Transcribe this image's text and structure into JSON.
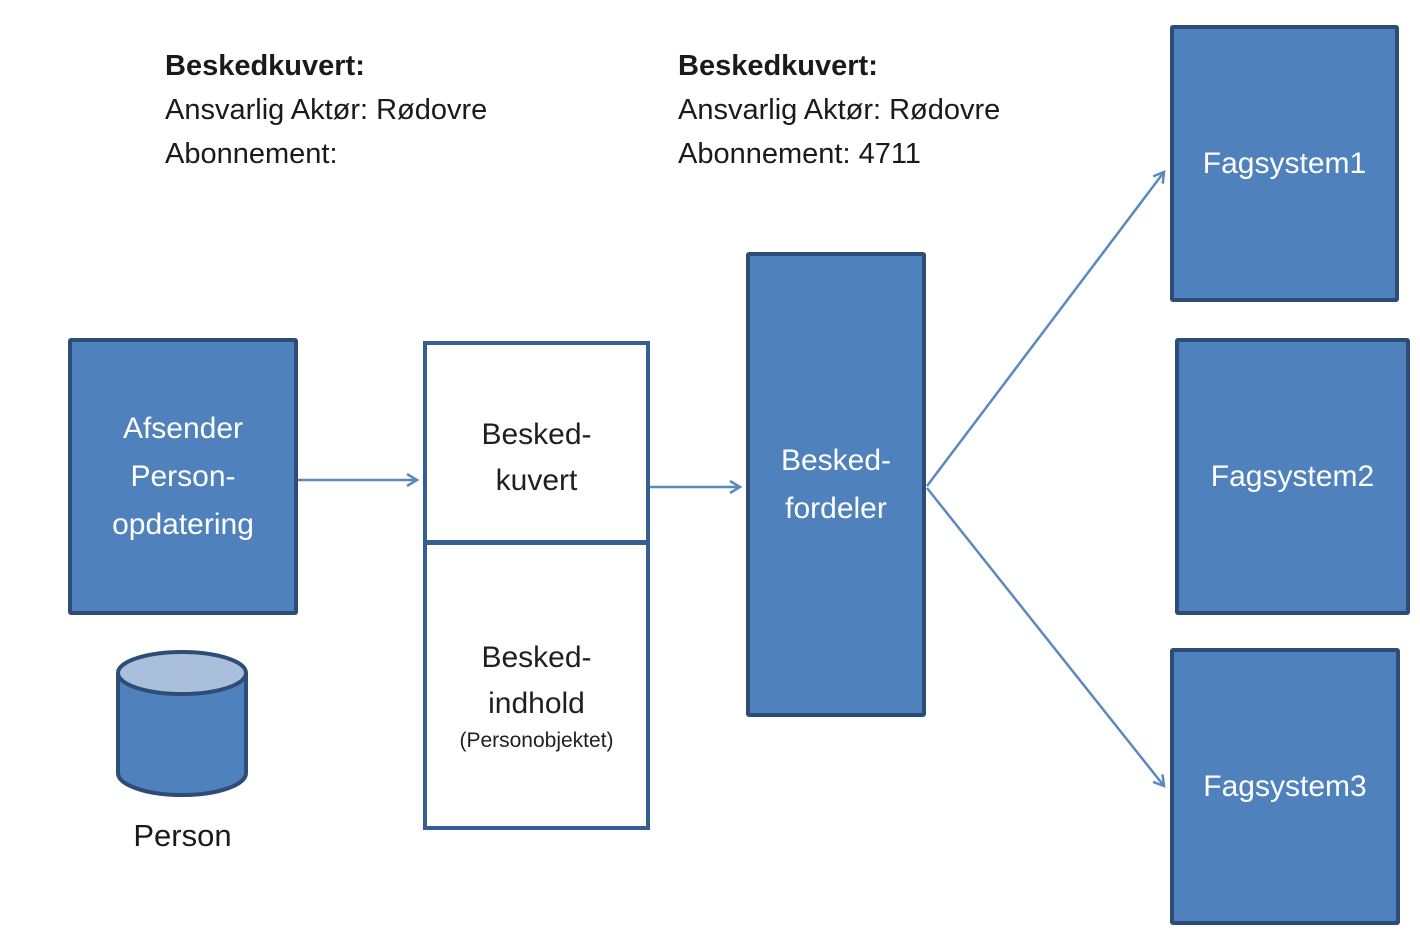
{
  "annotations": {
    "left": {
      "title": "Beskedkuvert:",
      "line1": "Ansvarlig Aktør: Rødovre",
      "line2": "Abonnement:"
    },
    "right": {
      "title": "Beskedkuvert:",
      "line1": "Ansvarlig Aktør: Rødovre",
      "line2": "Abonnement: 4711"
    }
  },
  "nodes": {
    "afsender": {
      "line1": "Afsender",
      "line2": "Person-",
      "line3": "opdatering"
    },
    "person_db": {
      "label": "Person"
    },
    "besked_kuvert": {
      "line1": "Besked-",
      "line2": "kuvert"
    },
    "besked_indhold": {
      "line1": "Besked-",
      "line2": "indhold",
      "note": "(Personobjektet)"
    },
    "beskedfordeler": {
      "line1": "Besked-",
      "line2": "fordeler"
    },
    "fagsystems": [
      {
        "label": "Fagsystem1"
      },
      {
        "label": "Fagsystem2"
      },
      {
        "label": "Fagsystem3"
      }
    ]
  },
  "connections": [
    {
      "from": "afsender",
      "to": "besked_kuvert",
      "arrow": true
    },
    {
      "from": "besked_kuvert",
      "to": "beskedfordeler",
      "arrow": true
    },
    {
      "from": "beskedfordeler",
      "to": "fagsystem1",
      "arrow": true
    },
    {
      "from": "beskedfordeler",
      "to": "fagsystem3",
      "arrow": true
    }
  ],
  "colors": {
    "node_fill": "#4f81bd",
    "node_border": "#2e4d76",
    "envelope_border": "#365f91",
    "envelope_flap": "#95b3d7",
    "arrow": "#5b88be",
    "cylinder_top": "#a9bfdc",
    "text_dark": "#1a1a1a",
    "text_light": "#ffffff",
    "background": "#ffffff"
  }
}
